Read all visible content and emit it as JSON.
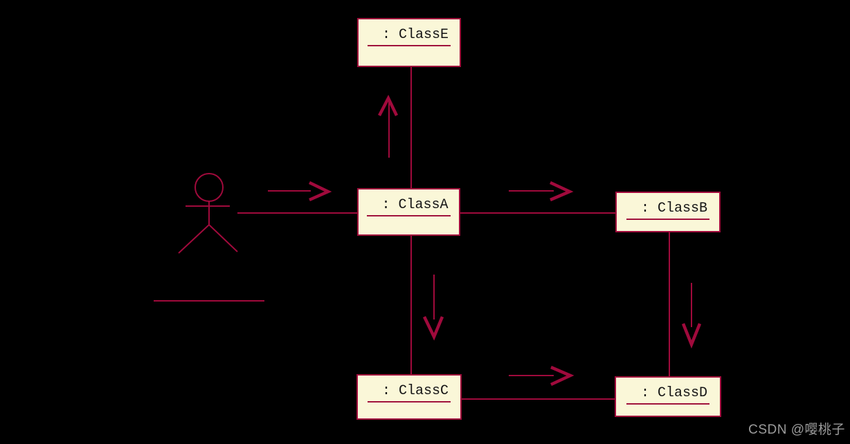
{
  "diagram": {
    "type": "uml-collaboration-diagram",
    "colors": {
      "background": "#000000",
      "line": "#A00A3C",
      "box_fill": "#FAF7D8",
      "box_text": "#141414",
      "underline": "#A0123C"
    },
    "actor": {
      "label": ""
    },
    "objects": [
      {
        "id": "ClassE",
        "label": ": ClassE"
      },
      {
        "id": "ClassA",
        "label": ": ClassA"
      },
      {
        "id": "ClassB",
        "label": ": ClassB"
      },
      {
        "id": "ClassC",
        "label": ": ClassC"
      },
      {
        "id": "ClassD",
        "label": ": ClassD"
      }
    ],
    "links": [
      {
        "from": "actor",
        "to": "ClassA"
      },
      {
        "from": "ClassA",
        "to": "ClassE"
      },
      {
        "from": "ClassA",
        "to": "ClassB"
      },
      {
        "from": "ClassA",
        "to": "ClassC"
      },
      {
        "from": "ClassB",
        "to": "ClassD"
      },
      {
        "from": "ClassC",
        "to": "ClassD"
      }
    ],
    "messages": [
      {
        "from": "actor",
        "to": "ClassA",
        "direction": "right"
      },
      {
        "from": "ClassA",
        "to": "ClassE",
        "direction": "up"
      },
      {
        "from": "ClassA",
        "to": "ClassB",
        "direction": "right"
      },
      {
        "from": "ClassA",
        "to": "ClassC",
        "direction": "down"
      },
      {
        "from": "ClassB",
        "to": "ClassD",
        "direction": "down"
      },
      {
        "from": "ClassC",
        "to": "ClassD",
        "direction": "right"
      }
    ]
  },
  "watermark": {
    "text": "CSDN @嘤桃子",
    "color": "#9B9B9B"
  }
}
